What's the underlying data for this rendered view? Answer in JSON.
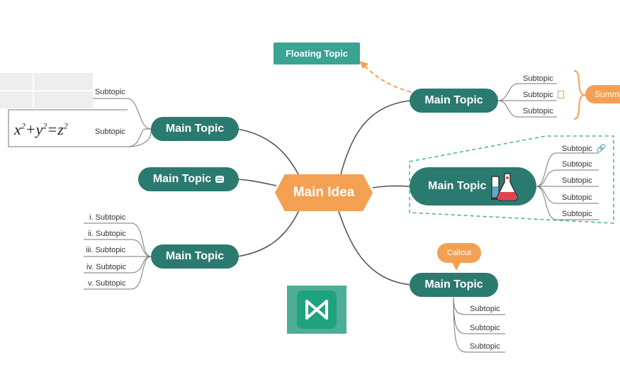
{
  "central": {
    "label": "Main Idea"
  },
  "floating_topic": {
    "label": "Floating Topic"
  },
  "summary": {
    "label": "Summary"
  },
  "callout": {
    "label": "Callout"
  },
  "right_topics": [
    {
      "label": "Main Topic",
      "subtopics": [
        "Subtopic",
        "Subtopic",
        "Subtopic"
      ]
    },
    {
      "label": "Main Topic",
      "subtopics": [
        "Subtopic",
        "Subtopic",
        "Subtopic",
        "Subtopic",
        "Subtopic"
      ]
    },
    {
      "label": "Main Topic",
      "subtopics": [
        "Subtopic",
        "Subtopic",
        "Subtopic"
      ]
    }
  ],
  "left_topics": [
    {
      "label": "Main Topic",
      "subtopics": [
        "Subtopic",
        "Subtopic"
      ]
    },
    {
      "label": "Main Topic",
      "subtopics": []
    },
    {
      "label": "Main Topic",
      "subtopics": [
        "i. Subtopic",
        "ii. Subtopic",
        "iii. Subtopic",
        "iv. Subtopic",
        "v. Subtopic"
      ]
    }
  ],
  "formula": {
    "x": "x",
    "plus1": "+",
    "y": "y",
    "eq": "=",
    "z": "z",
    "exp": "2"
  },
  "colors": {
    "topic": "#2b7a6f",
    "central": "#f4a053",
    "floating": "#3aa391",
    "boundary": "#4fb3a6",
    "link": "#555555"
  },
  "icons": [
    "note-icon",
    "comment-icon",
    "link-icon",
    "flask-illustration",
    "app-logo"
  ]
}
